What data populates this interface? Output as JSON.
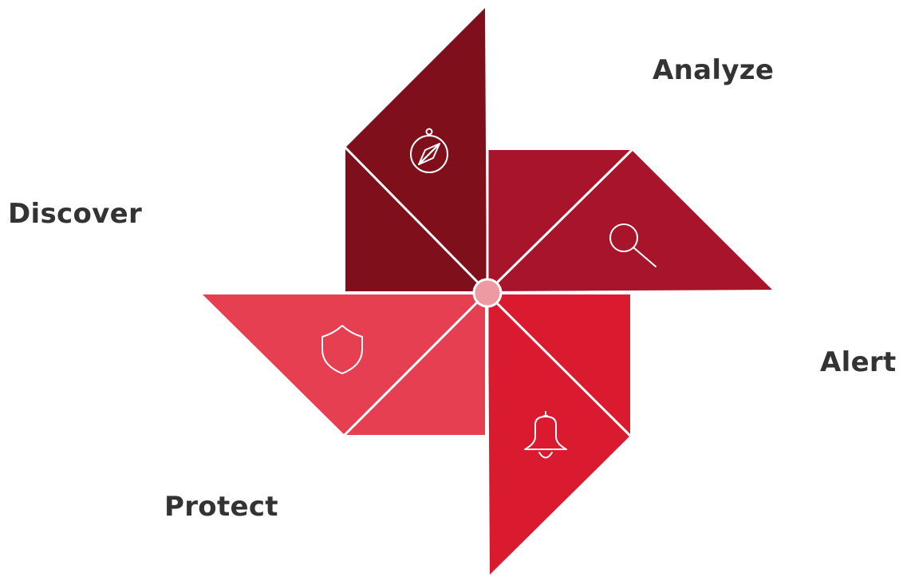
{
  "diagram": {
    "segments": [
      {
        "label": "Discover",
        "icon": "compass-icon",
        "color": "#7f0f1a"
      },
      {
        "label": "Analyze",
        "icon": "magnifier-icon",
        "color": "#a8152a"
      },
      {
        "label": "Alert",
        "icon": "bell-icon",
        "color": "#d91a2f"
      },
      {
        "label": "Protect",
        "icon": "shield-icon",
        "color": "#e53f51"
      }
    ],
    "hub_color": "#ee9aa2"
  }
}
